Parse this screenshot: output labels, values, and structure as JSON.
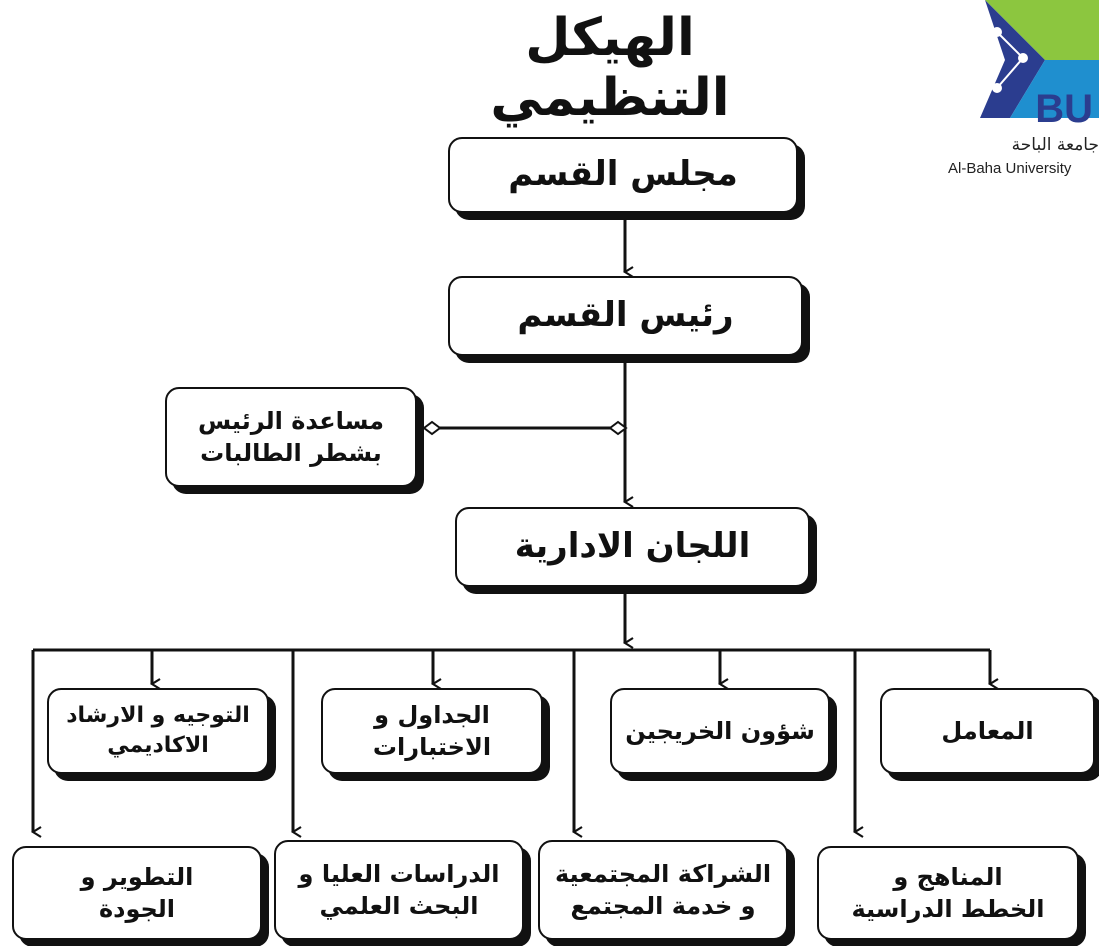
{
  "title": "الهيكل التنظيمي",
  "logo": {
    "mark": "BU",
    "name_ar": "جامعة الباحة",
    "name_en": "Al-Baha University",
    "colors": {
      "navy": "#2b3d8f",
      "blue": "#1f8fcf",
      "green": "#8cc63f"
    }
  },
  "nodes": {
    "council": "مجلس القسم",
    "head": "رئيس القسم",
    "assistant": "مساعدة الرئيس بشطر الطالبات",
    "committees": "اللجان الادارية",
    "labs": "المعامل",
    "alumni": "شؤون الخريجين",
    "schedules": "الجداول و الاختبارات",
    "guidance": "التوجيه و الارشاد الاكاديمي",
    "curricula": "المناهج و الخطط الدراسية",
    "partnership": "الشراكة المجتمعية و خدمة المجتمع",
    "research": "الدراسات العليا و البحث العلمي",
    "quality": "التطوير و الجودة"
  }
}
